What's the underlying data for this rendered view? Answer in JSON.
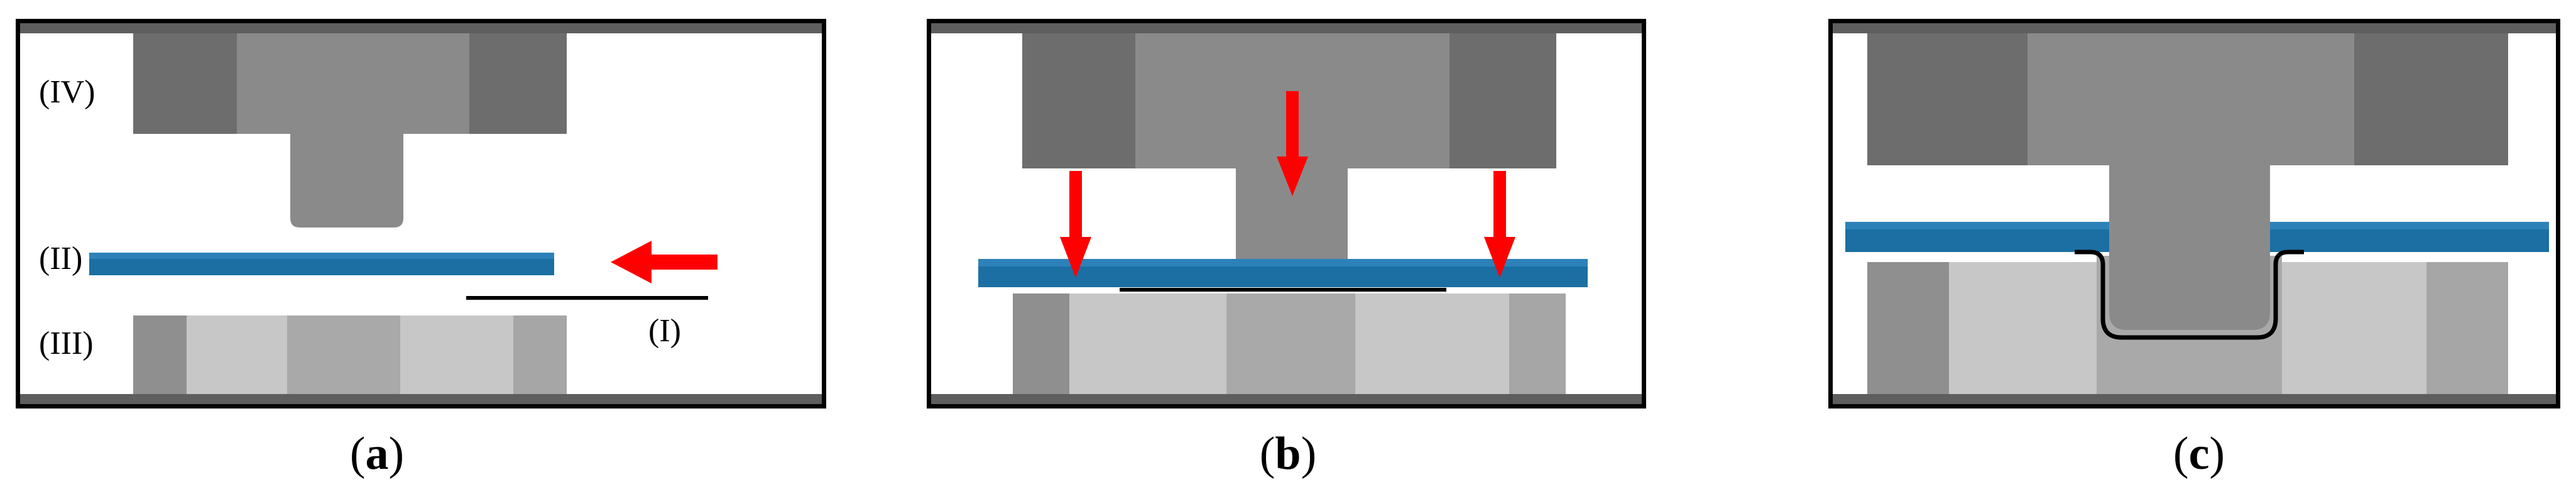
{
  "figure": {
    "panels": [
      {
        "id": "a",
        "caption_open": "(",
        "caption_letter": "a",
        "caption_close": ")",
        "labels": {
          "sheet_position": "(I)",
          "blank": "(II)",
          "die": "(III)",
          "punch": "(IV)"
        }
      },
      {
        "id": "b",
        "caption_open": "(",
        "caption_letter": "b",
        "caption_close": ")"
      },
      {
        "id": "c",
        "caption_open": "(",
        "caption_letter": "c",
        "caption_close": ")"
      }
    ]
  },
  "colors": {
    "frame": "#000000",
    "plate_dark": "#5e5e5e",
    "punch_mid": "#8a8a8a",
    "punch_dark": "#6d6d6d",
    "die_light": "#c7c7c7",
    "die_side": "#9a9a9a",
    "blank_blue": "#1b6fa3",
    "blank_blue_dark": "#0f4f7a",
    "arrow_red": "#ff0000"
  }
}
